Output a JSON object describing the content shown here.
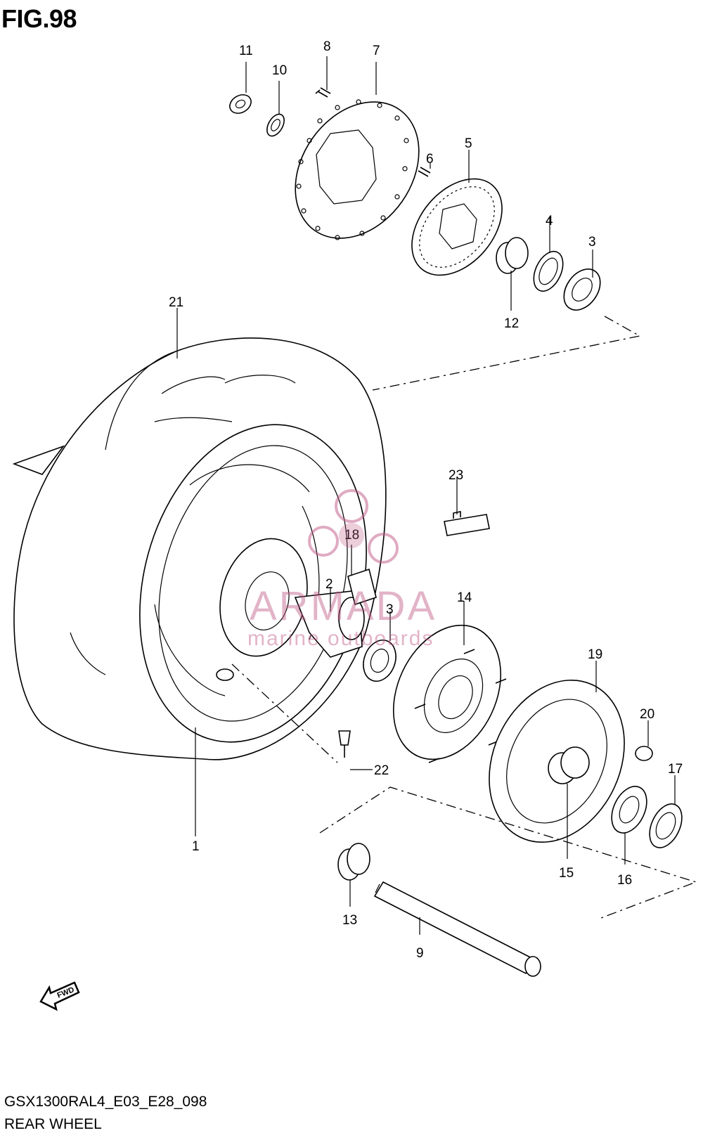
{
  "figure": {
    "title": "FIG.98",
    "code": "GSX1300RAL4_E03_E28_098",
    "name": "REAR WHEEL"
  },
  "watermark": {
    "brand": "ARMADA",
    "tagline": "marine outboards",
    "color": "#c05a86"
  },
  "direction_badge": "FWD",
  "callouts": {
    "c1": "1",
    "c2": "2",
    "c3a": "3",
    "c3b": "3",
    "c4": "4",
    "c5": "5",
    "c6": "6",
    "c7": "7",
    "c8": "8",
    "c9": "9",
    "c10": "10",
    "c11": "11",
    "c12": "12",
    "c13": "13",
    "c14": "14",
    "c15": "15",
    "c16": "16",
    "c17": "17",
    "c18": "18",
    "c19": "19",
    "c20": "20",
    "c21": "21",
    "c22": "22",
    "c23": "23"
  }
}
